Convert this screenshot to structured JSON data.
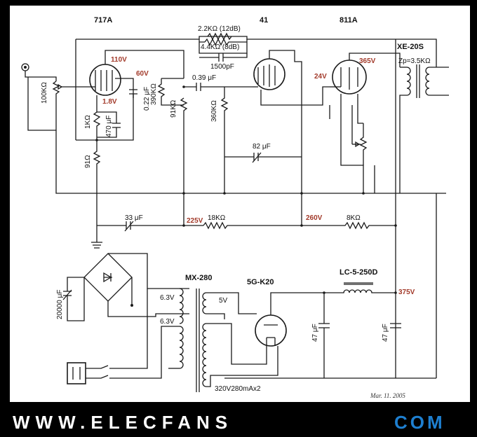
{
  "tubes": {
    "v1": "717A",
    "v2": "41",
    "v3": "811A",
    "output_transformer": "XE-20S",
    "power_transformer": "MX-280",
    "rectifier": "5G-K20",
    "choke": "LC-5-250D"
  },
  "voltages": {
    "v1_plate": "110V",
    "v1_screen": "60V",
    "v1_cathode": "1.8V",
    "v2_cathode": "24V",
    "v3_plate": "365V",
    "b_225": "225V",
    "b_260": "260V",
    "b_375": "375V"
  },
  "components": {
    "r_feedback_1": "2.2KΩ (12dB)",
    "r_feedback_2": "4.4KΩ (8dB)",
    "c_feedback": "1500pF",
    "c_coupling": "0.39 μF",
    "r_volume": "100KΩ",
    "c_screen": "0.22 μF",
    "r_screen": "390KΩ",
    "r_load1": "91KΩ",
    "r_cath1": "1KΩ",
    "c_cath1": "470 μF",
    "r_cath2": "91Ω",
    "r_grid2": "360KΩ",
    "c_cath2": "82 μF",
    "c_filter1": "33 μF",
    "r_filter1": "18KΩ",
    "r_filter2": "8KΩ",
    "c_bridge": "20000 μF",
    "heater_1": "6.3V",
    "heater_2": "6.3V",
    "heater_rect": "5V",
    "c_psu1": "47 μF",
    "c_psu2": "47 μF",
    "hv_winding": "320V280mAx2",
    "zp": "Zp=3.5KΩ"
  },
  "date": "Mar. 11. 2005",
  "watermark": {
    "left": "WWW.ELECFANS",
    "right": "COM"
  }
}
